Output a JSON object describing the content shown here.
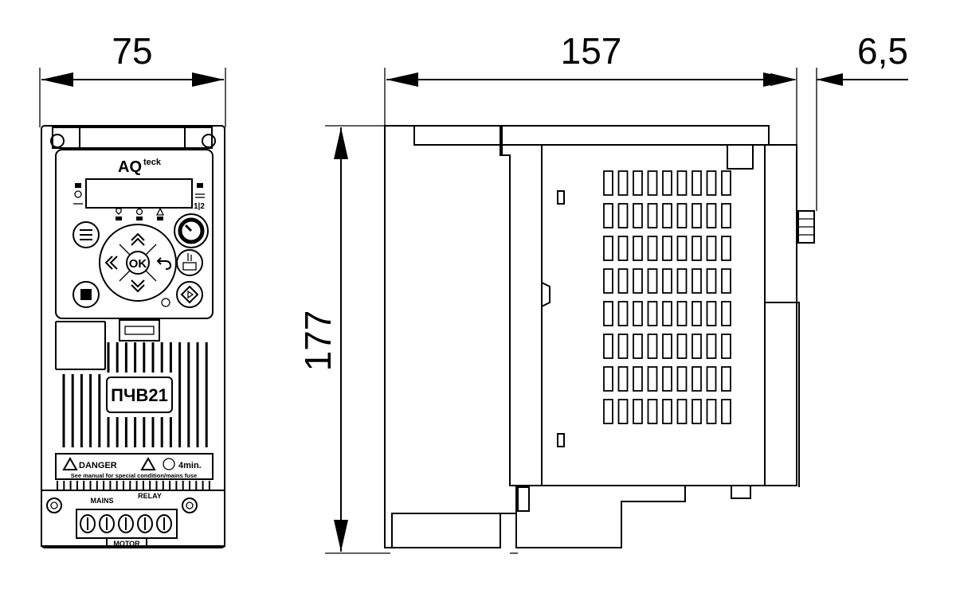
{
  "dimensions": {
    "width": "75",
    "depth": "157",
    "height": "177",
    "protrusion": "6,5"
  },
  "front_view": {
    "brand": "AQ",
    "brand_suffix": "teck",
    "model_label": "ПЧВ21",
    "ok_label": "OK",
    "danger_label": "DANGER",
    "time_label": "4min.",
    "warning_text": "See manual for special condition/mains fuse",
    "mains_label": "MAINS",
    "relay_label": "RELAY",
    "motor_label": "MOTOR",
    "side_label": "1|2"
  }
}
